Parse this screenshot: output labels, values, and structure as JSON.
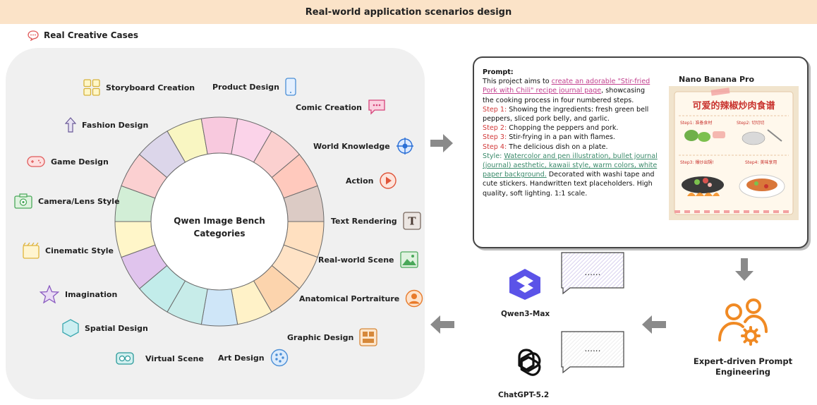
{
  "banner": {
    "title": "Real-world application scenarios design"
  },
  "section": {
    "title": "Real Creative Cases",
    "icon": "chat-bubble-icon"
  },
  "ring": {
    "center_line1": "Qwen Image Bench",
    "center_line2": "Categories",
    "segment_colors": [
      "#f9f6c2",
      "#f8c9de",
      "#fbd3e9",
      "#fbd0cf",
      "#ffc9bd",
      "#dccbc5",
      "#ffe0c0",
      "#ffe3c6",
      "#fcd4ad",
      "#fff2c8",
      "#cfe6f8",
      "#c7ece9",
      "#c2ecea",
      "#e0c4ed",
      "#fff6c9",
      "#d2eed6",
      "#fbd0d1",
      "#dcd6ea"
    ]
  },
  "categories": [
    {
      "label": "Storyboard Creation",
      "icon": "storyboard-grid-icon",
      "color": "#e6c44a"
    },
    {
      "label": "Product Design",
      "icon": "phone-icon",
      "color": "#4a8ed6"
    },
    {
      "label": "Comic Creation",
      "icon": "speech-bubble-icon",
      "color": "#d6447a"
    },
    {
      "label": "Fashion Design",
      "icon": "shirt-arrow-icon",
      "color": "#8a7ab8"
    },
    {
      "label": "World Knowledge",
      "icon": "crosshair-icon",
      "color": "#2a6fd6"
    },
    {
      "label": "Game Design",
      "icon": "gamepad-icon",
      "color": "#e05a5a"
    },
    {
      "label": "Action",
      "icon": "play-icon",
      "color": "#e0553a"
    },
    {
      "label": "Camera/Lens Style",
      "icon": "camera-icon",
      "color": "#4aa85a"
    },
    {
      "label": "Text Rendering",
      "icon": "text-t-icon",
      "color": "#7a6a60"
    },
    {
      "label": "Cinematic Style",
      "icon": "clapper-icon",
      "color": "#e8c050"
    },
    {
      "label": "Real-world Scene",
      "icon": "landscape-image-icon",
      "color": "#4aa85a"
    },
    {
      "label": "Imagination",
      "icon": "star-icon",
      "color": "#8a5ac0"
    },
    {
      "label": "Anatomical Portraiture",
      "icon": "person-icon",
      "color": "#e87a2a"
    },
    {
      "label": "Spatial Design",
      "icon": "hexagon-icon",
      "color": "#3aa8b0"
    },
    {
      "label": "Graphic Design",
      "icon": "layout-icon",
      "color": "#d6883a"
    },
    {
      "label": "Virtual Scene",
      "icon": "vr-goggles-icon",
      "color": "#2a9a9a"
    },
    {
      "label": "Art Design",
      "icon": "palette-icon",
      "color": "#4a8ed6"
    }
  ],
  "prompt": {
    "label": "Prompt:",
    "intro": "This project aims to ",
    "link": "create an adorable \"Stir-fried Pork with Chili\" recipe journal page",
    "after_link": ", showcasing the cooking process in four numbered steps.",
    "step1_label": "Step 1:",
    "step1_text": " Showing the ingredients: fresh green bell peppers, sliced pork belly, and garlic.",
    "step2_label": "Step 2:",
    "step2_text": " Chopping the peppers and pork.",
    "step3_label": "Step 3:",
    "step3_text": " Stir-frying in a pan with flames.",
    "step4_label": "Step 4:",
    "step4_text": " The delicious dish on a plate.",
    "style_label": "Style: ",
    "style_link": "Watercolor and pen illustration, bullet journal (journal) aesthetic, kawaii style, warm colors, white paper background.",
    "style_rest": " Decorated with washi tape and cute stickers. Handwritten text placeholders. High quality, soft lighting. 1:1 scale."
  },
  "nano": {
    "title": "Nano Banana Pro",
    "image_title": "可爱的辣椒炒肉食谱",
    "steps": [
      "Step1: 准备食材",
      "Step2: 切切切",
      "Step3: 爆炒出锅!",
      "Step4: 美味享用"
    ]
  },
  "models": {
    "qwen": "Qwen3-Max",
    "chatgpt": "ChatGPT-5.2",
    "bubble_dots": "......"
  },
  "expert": {
    "line1": "Expert-driven Prompt",
    "line2": "Engineering",
    "icon": "people-gear-icon"
  }
}
